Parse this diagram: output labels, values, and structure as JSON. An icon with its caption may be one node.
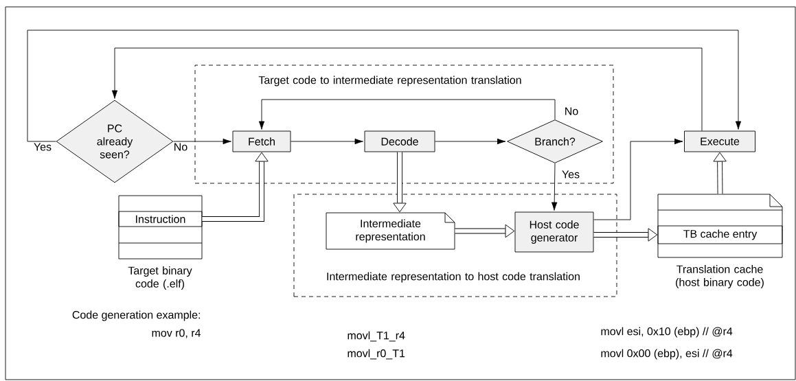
{
  "diagram": {
    "nodes": [
      {
        "text": [
          "Target code to intermediate representation translation"
        ]
      },
      {
        "text": [
          "Intermediate representation to host code translation"
        ]
      },
      {
        "text": [
          "PC already seen?"
        ]
      },
      {
        "text": [
          "Fetch"
        ],
        "in": 0
      },
      {
        "text": [
          "Decode"
        ],
        "in": 0
      },
      {
        "text": [
          "Branch?"
        ],
        "in": 0
      },
      {
        "text": [
          "Execute"
        ]
      },
      {
        "text": [
          "Instruction"
        ],
        "beside": [
          "Target binary code (.elf)"
        ]
      },
      {
        "text": [
          "Intermediate representation"
        ],
        "in": 1
      },
      {
        "text": [
          "Host code generator"
        ],
        "in": 1
      },
      {
        "text": [
          "TB cache entry"
        ],
        "beside": [
          "Translation cache (host binary code)"
        ]
      }
    ],
    "edges": [
      {
        "from": 2,
        "to": 3,
        "arrow": "to",
        "label": "No"
      },
      {
        "from": 2,
        "to": 6,
        "arrow": "to",
        "label": "Yes"
      },
      {
        "from": 6,
        "to": 2,
        "arrow": "to"
      },
      {
        "from": 3,
        "to": 4,
        "arrow": "to"
      },
      {
        "from": 4,
        "to": 5,
        "arrow": "to"
      },
      {
        "from": 5,
        "to": 3,
        "arrow": "to",
        "label": "No"
      },
      {
        "from": 5,
        "to": 9,
        "arrow": "to",
        "label": "Yes"
      },
      {
        "from": 7,
        "to": 3,
        "arrow": "to",
        "style": "thick"
      },
      {
        "from": 4,
        "to": 8,
        "arrow": "to",
        "style": "thick"
      },
      {
        "from": 8,
        "to": 9,
        "arrow": "to",
        "style": "thick"
      },
      {
        "from": 9,
        "to": 10,
        "arrow": "to",
        "style": "thick"
      },
      {
        "from": 9,
        "to": 6,
        "arrow": "to"
      },
      {
        "from": 10,
        "to": 6,
        "arrow": "to",
        "style": "thick"
      }
    ],
    "labels": [
      "Code generation example:",
      "mov r0, r4",
      "movl_T1_r4",
      "movl_r0_T1",
      "movl esi, 0x10 (ebp) // @r4",
      "movl 0x00 (ebp), esi // @r4"
    ]
  }
}
